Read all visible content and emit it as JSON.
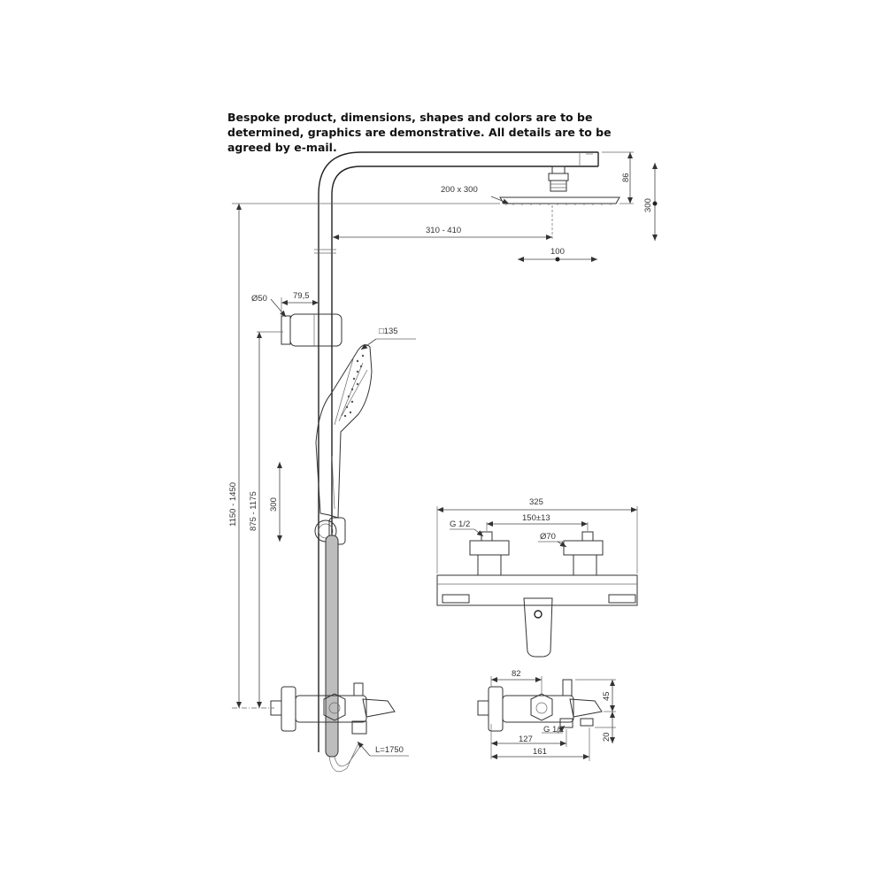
{
  "disclaimer": {
    "line1": "Bespoke product, dimensions, shapes and colors are to be",
    "line2": "determined, graphics are demonstrative. All details are to be",
    "line3": "agreed by e-mail."
  },
  "dimensions": {
    "head_size": "200 x 300",
    "head_height": "86",
    "head_adjust": "300",
    "arm_reach": "310 - 410",
    "arm_offset": "100",
    "holder_diameter": "Ø50",
    "holder_offset": "79,5",
    "handshower_size": "□135",
    "total_height": "1150 - 1450",
    "holder_height": "875 - 1175",
    "slide_travel": "300",
    "hose_length": "L=1750",
    "mixer_width": "325",
    "inlet_distance": "150±13",
    "inlet_thread_front": "G 1/2",
    "eccentric_diameter": "Ø70",
    "side_depth": "82",
    "side_height_top": "45",
    "side_thread": "G 1/2",
    "side_spout_a": "127",
    "side_height_bottom": "20",
    "side_spout_b": "161"
  }
}
